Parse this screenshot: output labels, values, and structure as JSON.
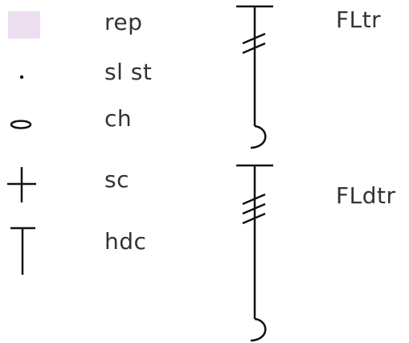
{
  "colors": {
    "symbol_stroke": "#111111",
    "label_text": "#333333",
    "rep_swatch": "#eddff0"
  },
  "legend": {
    "items": [
      {
        "icon": "rep-swatch-icon",
        "label": "rep"
      },
      {
        "icon": "slip-stitch-dot-icon",
        "label": "sl st"
      },
      {
        "icon": "chain-oval-icon",
        "label": "ch"
      },
      {
        "icon": "single-crochet-cross-icon",
        "label": "sc"
      },
      {
        "icon": "half-double-crochet-tee-icon",
        "label": "hdc"
      }
    ],
    "front_loop_items": [
      {
        "icon": "front-loop-treble-icon",
        "label": "FLtr",
        "slashes": 2
      },
      {
        "icon": "front-loop-double-treble-icon",
        "label": "FLdtr",
        "slashes": 3
      }
    ]
  }
}
